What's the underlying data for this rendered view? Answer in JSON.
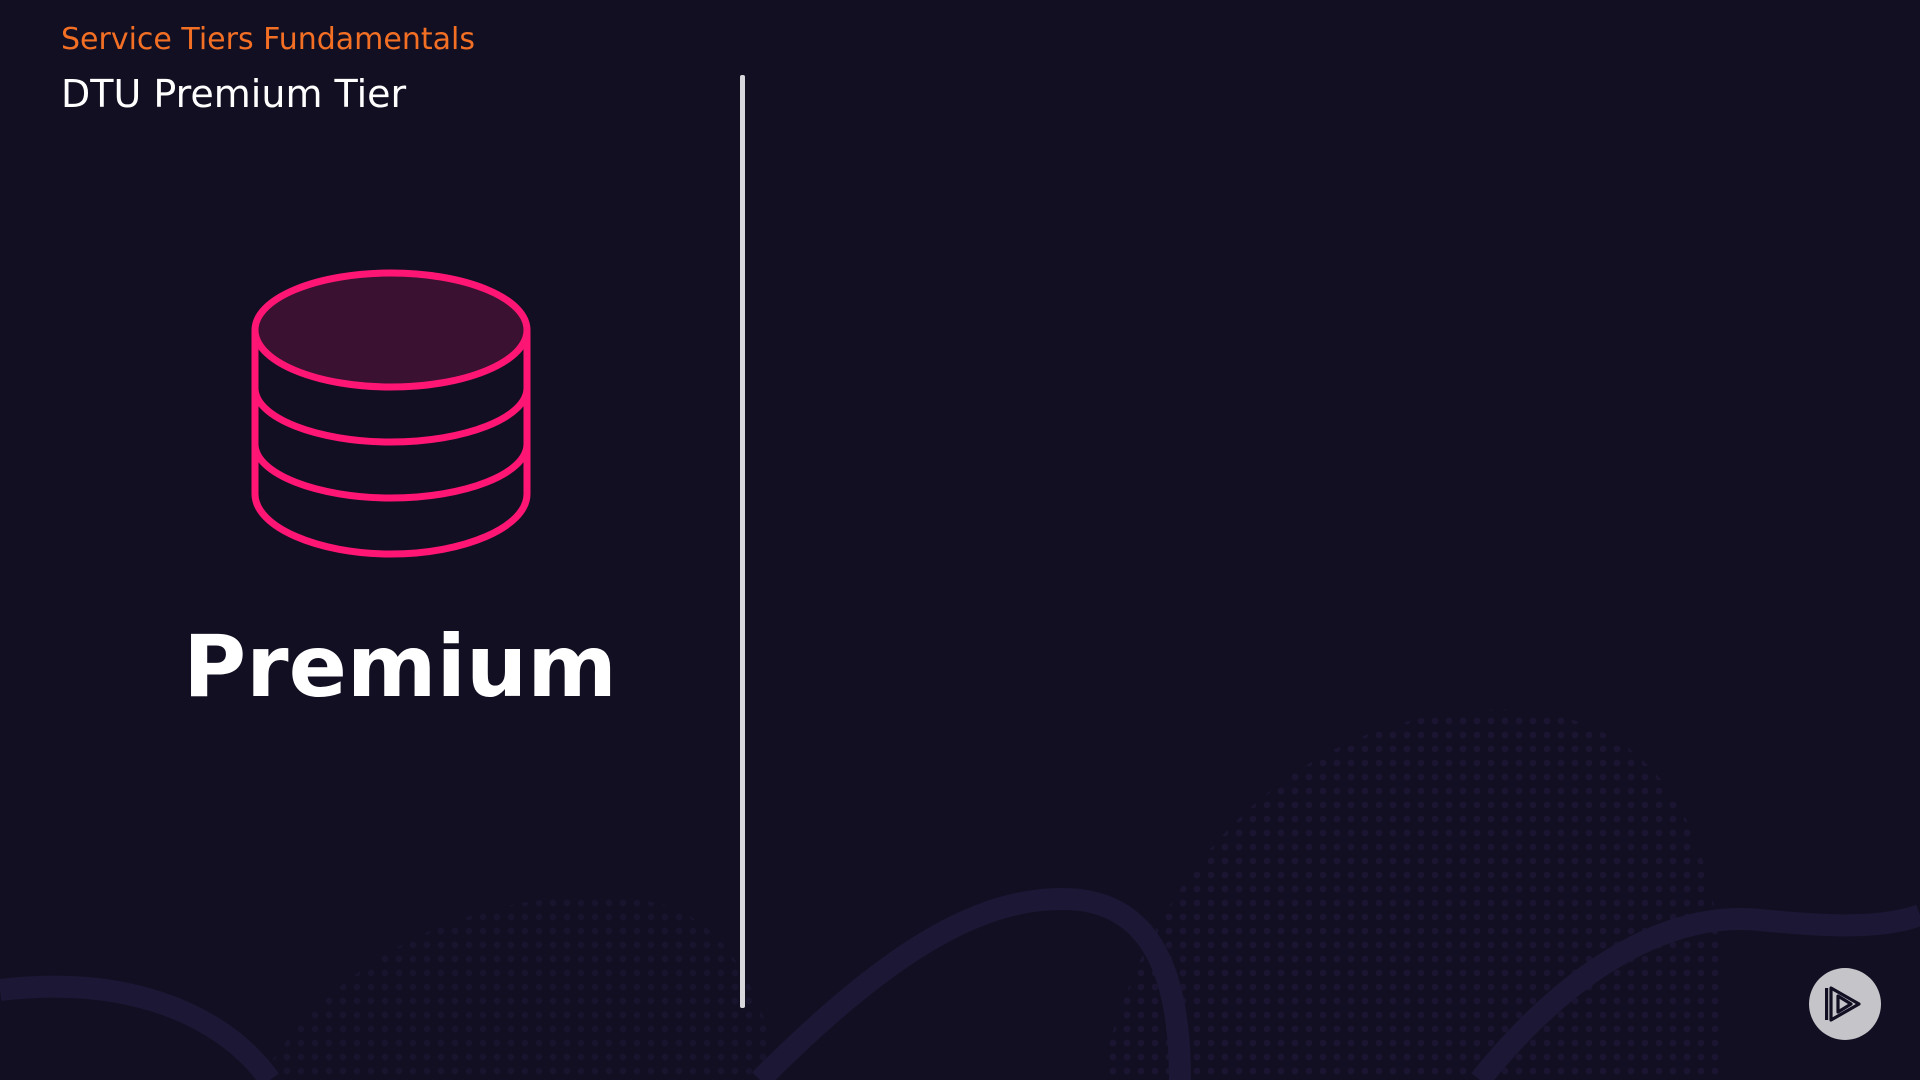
{
  "header": {
    "kicker": "Service Tiers Fundamentals",
    "title": "DTU Premium Tier"
  },
  "main": {
    "icon": "database-icon",
    "tier_label": "Premium"
  },
  "controls": {
    "play_icon": "play-logo-icon"
  },
  "colors": {
    "background": "#130f23",
    "accent_orange": "#f26f24",
    "accent_pink": "#ff1675",
    "icon_fill": "#3a1130",
    "divider": "#d8d8dc",
    "text": "#ffffff",
    "play_button": "#c5c5c9"
  }
}
